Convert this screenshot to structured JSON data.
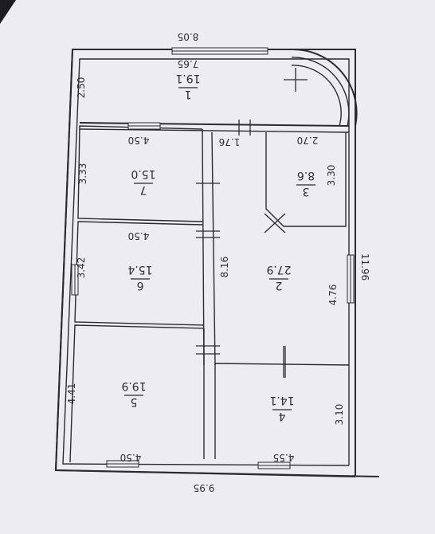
{
  "plan": {
    "overall": {
      "width_top": "8.05",
      "width_bottom": "9.95",
      "height_right": "11.96"
    },
    "rooms": [
      {
        "id": "1",
        "number": "1",
        "area": "19.1",
        "w": "7.65",
        "h": "2.50"
      },
      {
        "id": "7",
        "number": "7",
        "area": "15.0",
        "w": "4.50",
        "h": "3.33"
      },
      {
        "id": "3",
        "number": "3",
        "area": "8.6",
        "w": "2.70",
        "h": "3.30"
      },
      {
        "id": "6",
        "number": "6",
        "area": "15.4",
        "w": "4.50",
        "h": "3.42"
      },
      {
        "id": "2",
        "number": "2",
        "area": "27.9",
        "w": "8.16",
        "h": "4.76"
      },
      {
        "id": "5",
        "number": "5",
        "area": "19.9",
        "w": "4.50",
        "h": "4.41"
      },
      {
        "id": "4",
        "number": "4",
        "area": "14.1",
        "w": "4.55",
        "h": "3.10"
      }
    ],
    "corridor": {
      "width": "1.76"
    }
  }
}
